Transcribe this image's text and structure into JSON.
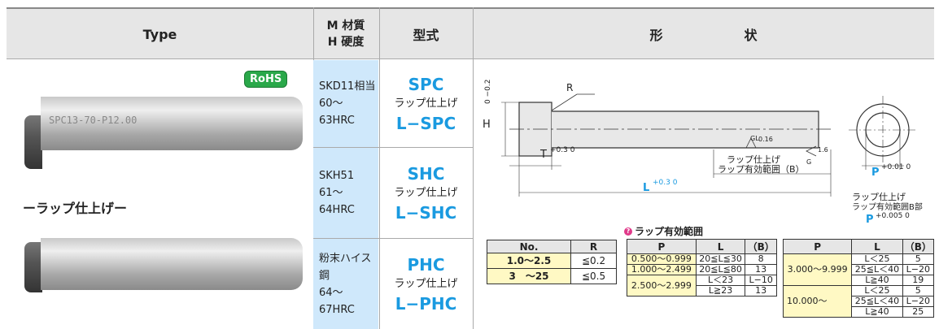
{
  "header": {
    "type": "Type",
    "material_line1": "M 材質",
    "material_line2": "H 硬度",
    "model": "型式",
    "shape_a": "形",
    "shape_b": "状"
  },
  "rohs": "RoHS",
  "rod_engraving": "SPC13-70-P12.00",
  "lap_caption": "ーラップ仕上げー",
  "rows": [
    {
      "material": "SKD11相当",
      "hardness": "60〜63HRC",
      "code": "SPC",
      "finish": "ラップ仕上げ",
      "lcode": "L−SPC"
    },
    {
      "material": "SKH51",
      "hardness": "61〜64HRC",
      "code": "SHC",
      "finish": "ラップ仕上げ",
      "lcode": "L−SHC"
    },
    {
      "material": "粉末ハイス鋼",
      "hardness": "64〜67HRC",
      "code": "PHC",
      "finish": "ラップ仕上げ",
      "lcode": "L−PHC"
    }
  ],
  "drawing": {
    "R": "R",
    "H": "H",
    "H_tol": "0 −0.2",
    "T": "T",
    "T_tol": "+0.3 0",
    "L": "L",
    "L_tol": "+0.3 0",
    "P": "P",
    "P_tol": "+0.01 0",
    "rough_gl": "GL",
    "rough_016": "0.16",
    "rough_g": "G",
    "rough_16": "1.6",
    "lap_note1": "ラップ仕上げ",
    "lap_note2": "ラップ有効範囲（B）",
    "side_note1": "ラップ仕上げ",
    "side_note2": "ラップ有効範囲B部",
    "side_P": "P",
    "side_P_tol": "+0.005 0"
  },
  "range_title": "ラップ有効範囲",
  "tableR": {
    "headers": [
      "No.",
      "R"
    ],
    "rows": [
      [
        "1.0〜2.5",
        "≦0.2"
      ],
      [
        "3　〜25",
        "≦0.5"
      ]
    ]
  },
  "tableA": {
    "headers": [
      "P",
      "L",
      "（B）"
    ],
    "rows": [
      [
        "0.500〜0.999",
        "20≦L≦30",
        "8"
      ],
      [
        "1.000〜2.499",
        "20≦L≦80",
        "13"
      ],
      [
        "2.500〜2.999",
        "L＜23",
        "L−10"
      ],
      [
        "",
        "L≧23",
        "13"
      ]
    ]
  },
  "tableB": {
    "headers": [
      "P",
      "L",
      "（B）"
    ],
    "rows": [
      [
        "3.000〜9.999",
        "L＜25",
        "5"
      ],
      [
        "",
        "25≦L＜40",
        "L−20"
      ],
      [
        "",
        "L≧40",
        "19"
      ],
      [
        "10.000〜",
        "L＜25",
        "5"
      ],
      [
        "",
        "25≦L＜40",
        "L−20"
      ],
      [
        "",
        "L≧40",
        "25"
      ]
    ]
  }
}
